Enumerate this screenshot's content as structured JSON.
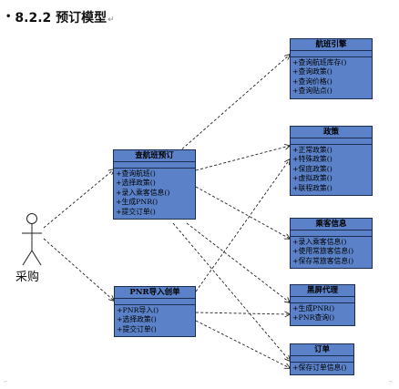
{
  "heading": {
    "bullet": "•",
    "text": "8.2.2 预订模型",
    "mark": "↵"
  },
  "actor": {
    "label": "采购"
  },
  "classes": [
    {
      "id": "booking",
      "name": "查航班预订",
      "ops": [
        "+查询航班()",
        "+选择政策()",
        "+录入乘客信息()",
        "+生成PNR()",
        "+提交订单()"
      ]
    },
    {
      "id": "pnr_import",
      "name": "PNR导入创单",
      "ops": [
        "+PNR导入()",
        "+选择政策()",
        "+提交订单()"
      ]
    },
    {
      "id": "engine",
      "name": "航班引擎",
      "ops": [
        "+查询航班库存()",
        "+查询政策()",
        "+查询价格()",
        "+查询贴点()"
      ]
    },
    {
      "id": "policy",
      "name": "政策",
      "ops": [
        "+正常政策()",
        "+特殊政策()",
        "+保底政策()",
        "+虚拟政策()",
        "+联程政策()"
      ]
    },
    {
      "id": "passenger",
      "name": "乘客信息",
      "ops": [
        "+录入乘客信息()",
        "+使用常旅客信息()",
        "+保存常旅客信息()"
      ]
    },
    {
      "id": "blackscreen",
      "name": "黑屏代理",
      "ops": [
        "+生成PNR()",
        "+PNR查询()"
      ]
    },
    {
      "id": "order",
      "name": "订单",
      "ops": [
        "+保存订单信息()"
      ]
    }
  ]
}
